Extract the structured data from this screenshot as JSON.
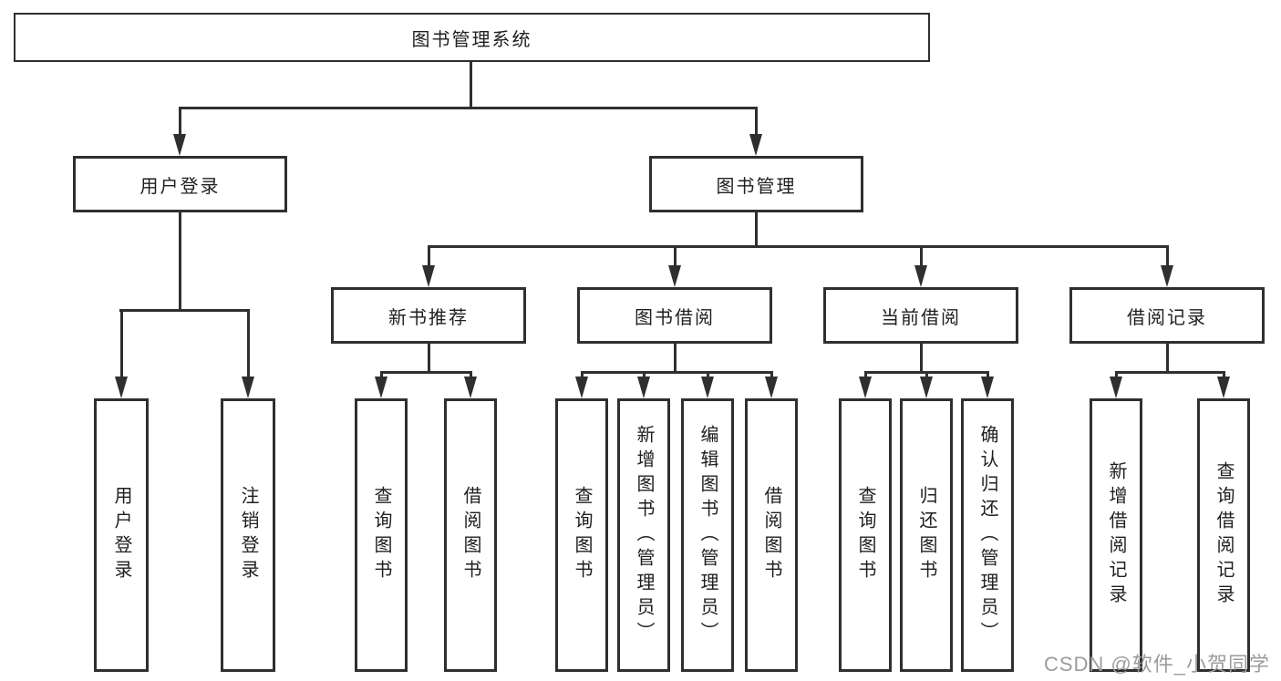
{
  "tree": {
    "root": {
      "label": "图书管理系统"
    },
    "children": [
      {
        "label": "用户登录",
        "children": [
          {
            "label": "用户登录"
          },
          {
            "label": "注销登录"
          }
        ]
      },
      {
        "label": "图书管理",
        "children": [
          {
            "label": "新书推荐",
            "children": [
              {
                "label": "查询图书"
              },
              {
                "label": "借阅图书"
              }
            ]
          },
          {
            "label": "图书借阅",
            "children": [
              {
                "label": "查询图书"
              },
              {
                "label": "新增图书（管理员）"
              },
              {
                "label": "编辑图书（管理员）"
              },
              {
                "label": "借阅图书"
              }
            ]
          },
          {
            "label": "当前借阅",
            "children": [
              {
                "label": "查询图书"
              },
              {
                "label": "归还图书"
              },
              {
                "label": "确认归还（管理员）"
              }
            ]
          },
          {
            "label": "借阅记录",
            "children": [
              {
                "label": "新增借阅记录"
              },
              {
                "label": "查询借阅记录"
              }
            ]
          }
        ]
      }
    ]
  },
  "watermark": {
    "text": "CSDN @软件_小贺同学"
  },
  "colors": {
    "line": "#2f2f2f",
    "text": "#1f1f1f",
    "watermark": "#9c9c9c",
    "background": "#ffffff"
  }
}
